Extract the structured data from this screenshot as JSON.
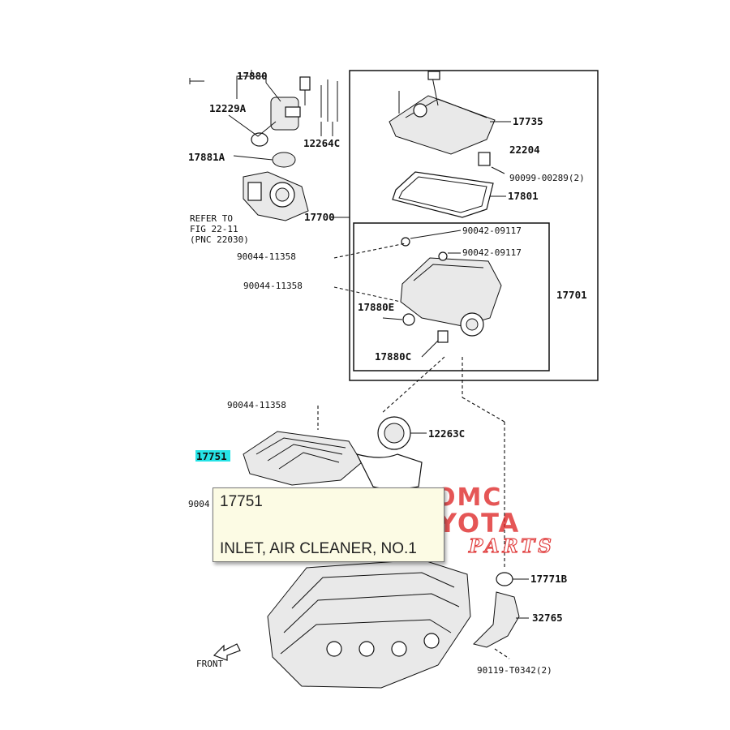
{
  "labels": {
    "p17880": "17880",
    "p12229A": "12229A",
    "p12264C": "12264C",
    "p17881A": "17881A",
    "refer1": "REFER TO",
    "refer2": "FIG 22-11",
    "refer3": "(PNC 22030)",
    "p17735": "17735",
    "p22204": "22204",
    "p90099": "90099-00289(2)",
    "p17801": "17801",
    "p17700": "17700",
    "p90042a": "90042-09117",
    "p90042b": "90042-09117",
    "p90044a": "90044-11358",
    "p90044b": "90044-11358",
    "p17701": "17701",
    "p17880E": "17880E",
    "p17880C": "17880C",
    "p90044c": "90044-11358",
    "p12263C": "12263C",
    "p17751": "17751",
    "p9004": "9004",
    "p17771B": "17771B",
    "p32765": "32765",
    "p90119": "90119-T0342(2)",
    "front": "FRONT"
  },
  "tooltip": {
    "part_number": "17751",
    "part_name": "INLET, AIR CLEANER, NO.1"
  },
  "watermark": {
    "line1": "OMC",
    "line2": "TOYOTA",
    "line3": "PARTS"
  },
  "colors": {
    "highlight": "#26e3e6",
    "watermark": "#dc1e1e",
    "tooltip_bg": "#fcfbe4"
  }
}
